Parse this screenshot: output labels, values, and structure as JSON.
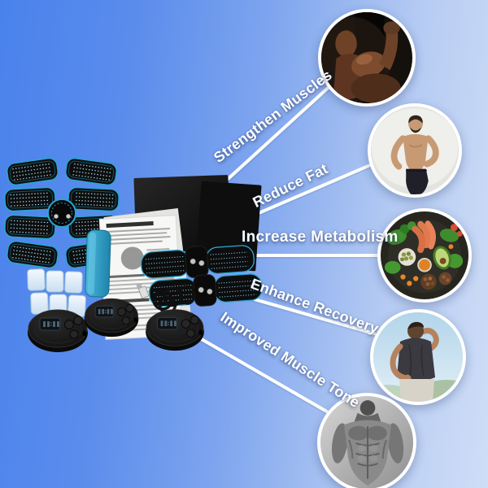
{
  "benefits": [
    {
      "label": "Strengthen Muscles",
      "photo": "flexing-bicep-photo"
    },
    {
      "label": "Reduce Fat",
      "photo": "fit-man-standing-photo"
    },
    {
      "label": "Increase Metabolism",
      "photo": "healthy-food-platter-photo"
    },
    {
      "label": "Enhance Recovery",
      "photo": "man-holding-back-photo"
    },
    {
      "label": "Improved Muscle Tone",
      "photo": "muscular-torso-photo"
    }
  ],
  "product": {
    "items": [
      "ems-abs-stimulator-pad",
      "packaging-box",
      "instruction-manual",
      "blue-accessory-strip",
      "replacement-gel-pads",
      "arm-stimulator-pads",
      "usb-charging-cable",
      "control-unit-pucks"
    ]
  },
  "colors": {
    "background_left": "#4a82ec",
    "background_right": "#cfdef7",
    "pad_accent_blue": "#2ba5d3",
    "connector_line": "#ffffff",
    "label_text": "#ffffff"
  }
}
